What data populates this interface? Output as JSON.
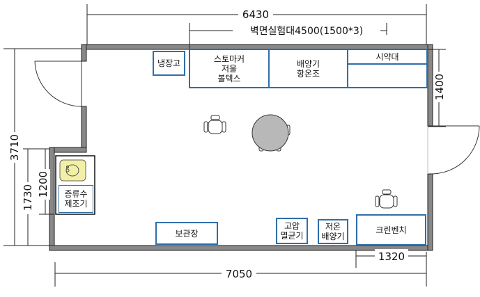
{
  "dimensions": {
    "top_total": "6430",
    "wall_bench": "벽면실험대4500(1500*3)",
    "left_total": "3710",
    "left_lower": "1730",
    "left_inner": "1200",
    "right_door": "1400",
    "bottom_total": "7050",
    "bottom_clean": "1320"
  },
  "fixtures": {
    "fridge": "냉장고",
    "stomacher": "스토마커\n저울\n볼텍스",
    "incubator": "배양기\n항온조",
    "reagent": "시약대",
    "distiller": "증류수\n제조기",
    "storage": "보관장",
    "autoclave": "고압\n멸균기",
    "low_temp_incubator": "저온\n배양기",
    "clean_bench": "크린벤치"
  }
}
